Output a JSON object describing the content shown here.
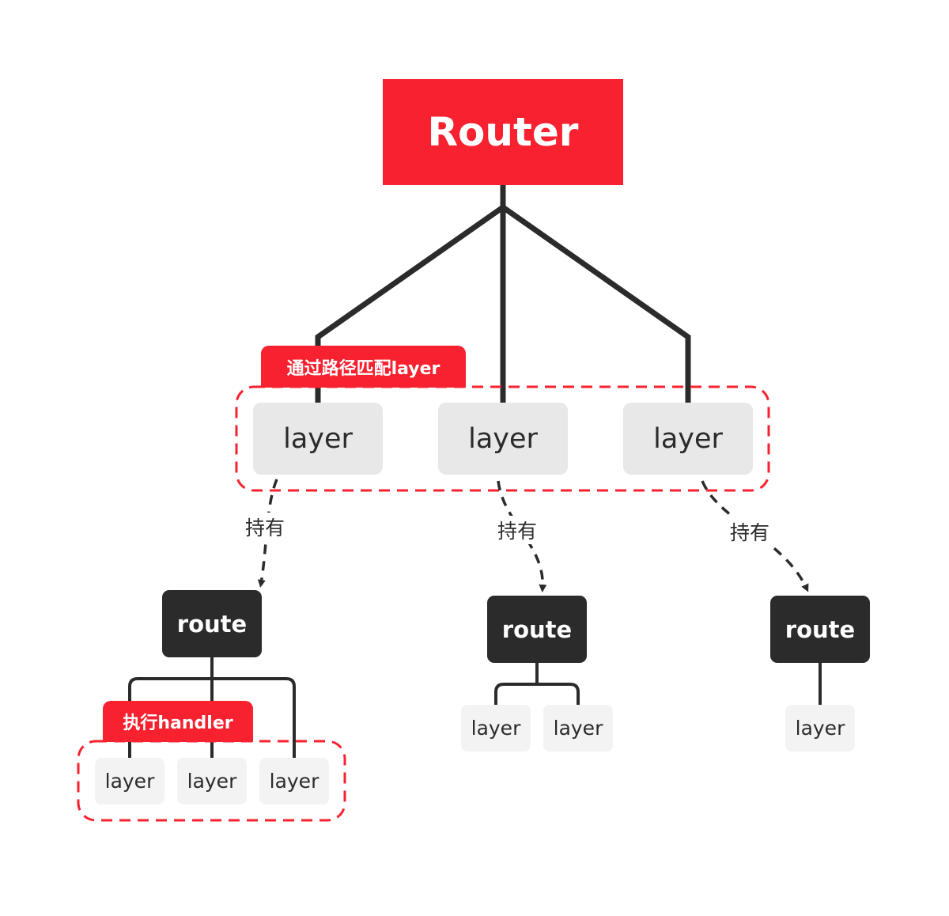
{
  "router": {
    "label": "Router"
  },
  "tags": {
    "match_layer": "通过路径匹配layer",
    "run_handler": "执行handler"
  },
  "layers": [
    "layer",
    "layer",
    "layer"
  ],
  "hold_label": "持有",
  "routes": [
    {
      "label": "route",
      "layers": [
        "layer",
        "layer",
        "layer"
      ]
    },
    {
      "label": "route",
      "layers": [
        "layer",
        "layer"
      ]
    },
    {
      "label": "route",
      "layers": [
        "layer"
      ]
    }
  ],
  "colors": {
    "accent": "#f7212f",
    "dark": "#2b2b2b",
    "layer_fill": "#e8e8e8",
    "small_layer_fill": "#f3f3f3",
    "dashed_outline": "#f7212f"
  }
}
